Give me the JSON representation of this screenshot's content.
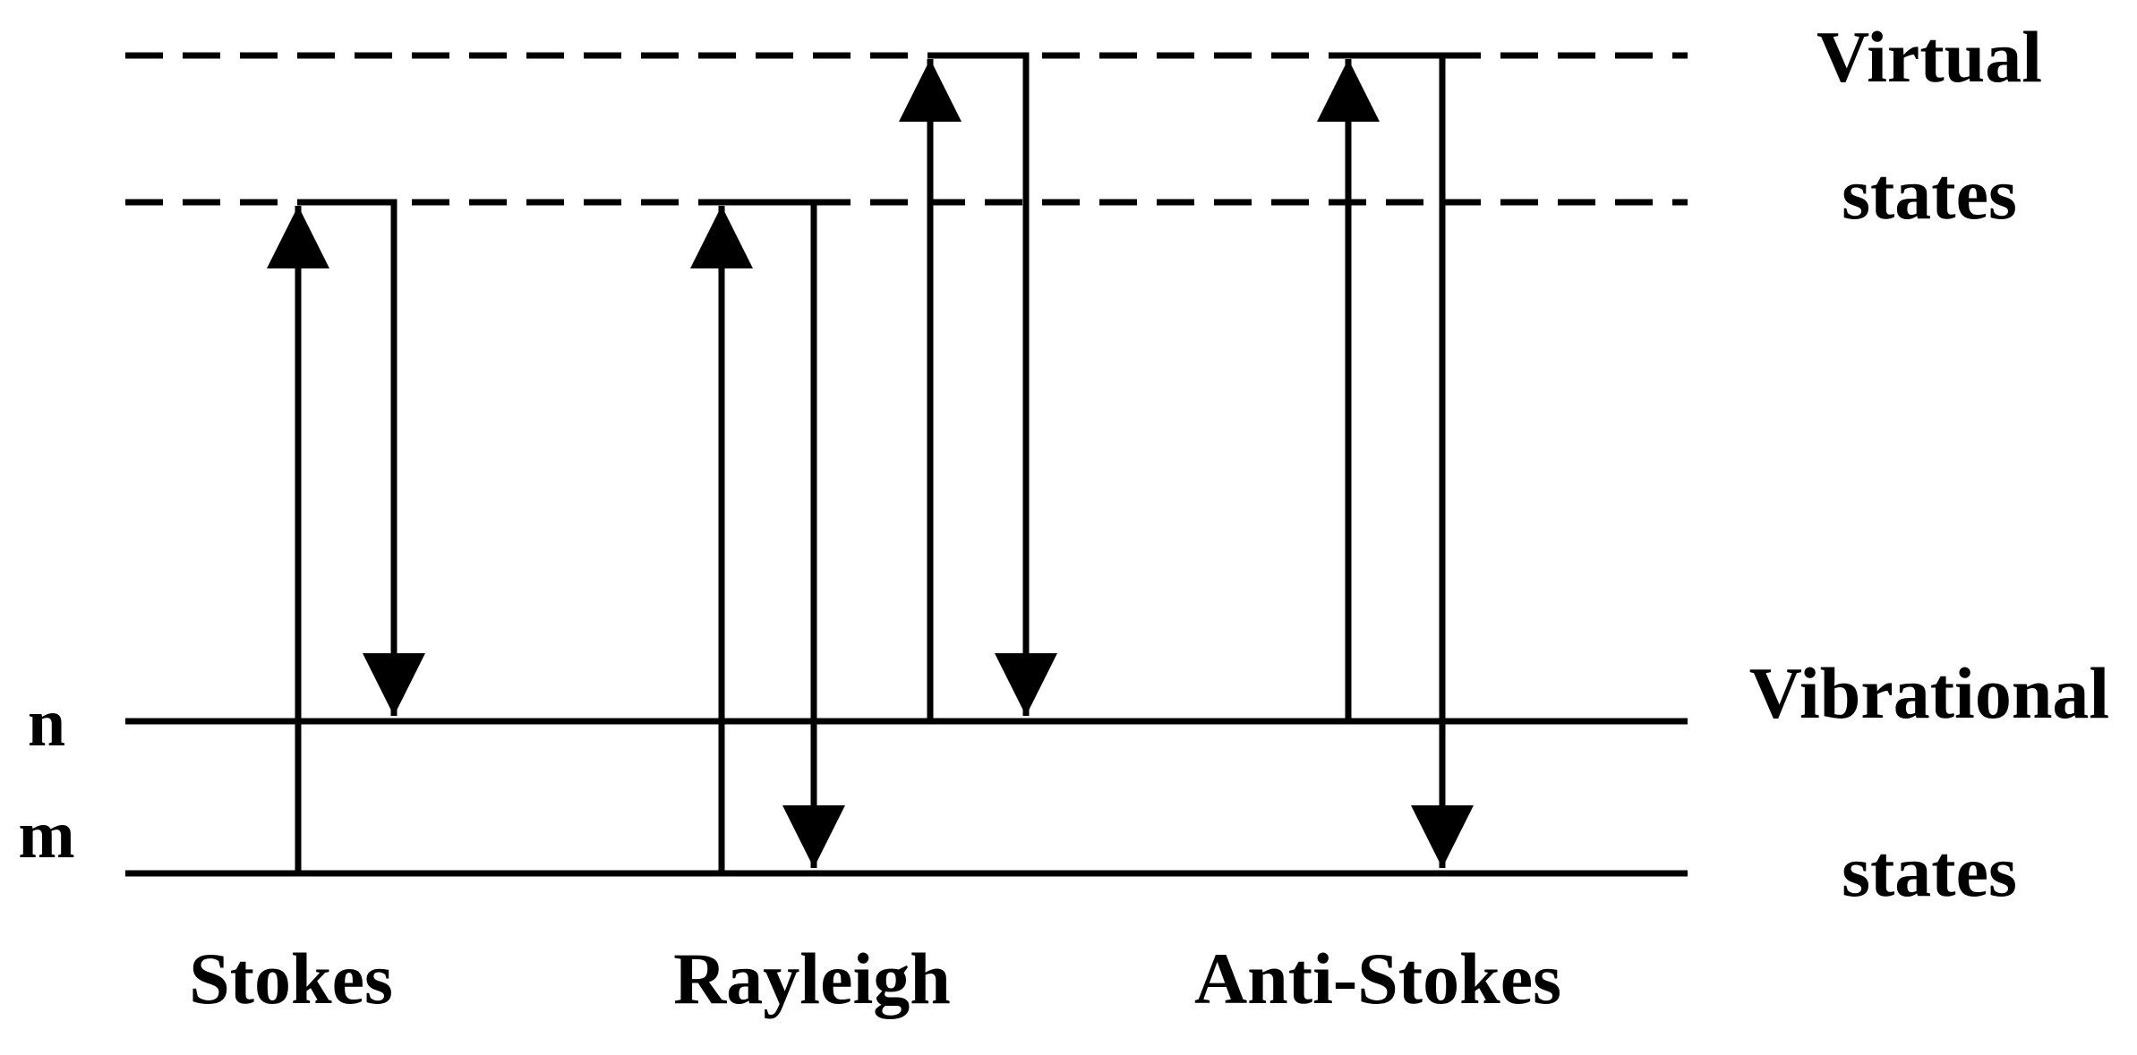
{
  "labels": {
    "virtual": "Virtual",
    "virtual_states": "states",
    "vibrational": "Vibrational",
    "vibrational_states": "states",
    "level_n": "n",
    "level_m": "m",
    "stokes": "Stokes",
    "rayleigh": "Rayleigh",
    "anti_stokes": "Anti-Stokes"
  },
  "colors": {
    "line": "#000000",
    "background": "#ffffff"
  }
}
